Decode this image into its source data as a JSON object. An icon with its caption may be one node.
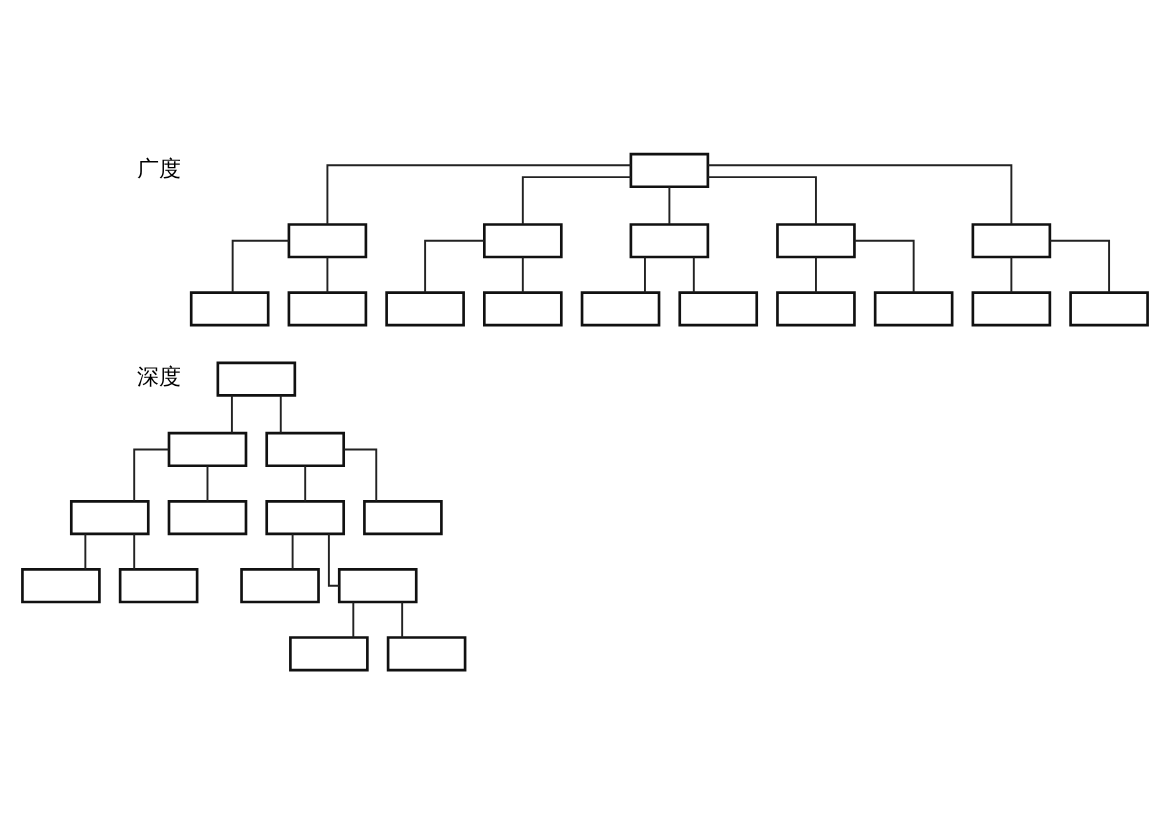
{
  "diagram": {
    "nodes": [
      {
        "text": [],
        "shape": "box"
      },
      {
        "text": [],
        "shape": "box"
      },
      {
        "text": [],
        "shape": "box"
      },
      {
        "text": [],
        "shape": "box"
      },
      {
        "text": [],
        "shape": "box"
      },
      {
        "text": [],
        "shape": "box"
      },
      {
        "text": [],
        "shape": "box"
      },
      {
        "text": [],
        "shape": "box"
      },
      {
        "text": [],
        "shape": "box"
      },
      {
        "text": [],
        "shape": "box"
      },
      {
        "text": [],
        "shape": "box"
      },
      {
        "text": [],
        "shape": "box"
      },
      {
        "text": [],
        "shape": "box"
      },
      {
        "text": [],
        "shape": "box"
      },
      {
        "text": [],
        "shape": "box"
      },
      {
        "text": [],
        "shape": "box"
      },
      {
        "text": [],
        "shape": "box"
      },
      {
        "text": [],
        "shape": "box"
      },
      {
        "text": [],
        "shape": "box"
      },
      {
        "text": [],
        "shape": "box"
      },
      {
        "text": [],
        "shape": "box"
      },
      {
        "text": [],
        "shape": "box"
      },
      {
        "text": [],
        "shape": "box"
      },
      {
        "text": [],
        "shape": "box"
      },
      {
        "text": [],
        "shape": "box"
      },
      {
        "text": [],
        "shape": "box"
      },
      {
        "text": [],
        "shape": "box"
      },
      {
        "text": [],
        "shape": "box"
      },
      {
        "text": [],
        "shape": "box"
      }
    ],
    "edges": [
      {
        "from": 0,
        "to": 1,
        "arrow": "none"
      },
      {
        "from": 0,
        "to": 2,
        "arrow": "none"
      },
      {
        "from": 0,
        "to": 3,
        "arrow": "none"
      },
      {
        "from": 0,
        "to": 4,
        "arrow": "none"
      },
      {
        "from": 0,
        "to": 5,
        "arrow": "none"
      },
      {
        "from": 1,
        "to": 6,
        "arrow": "none"
      },
      {
        "from": 1,
        "to": 7,
        "arrow": "none"
      },
      {
        "from": 2,
        "to": 8,
        "arrow": "none"
      },
      {
        "from": 2,
        "to": 9,
        "arrow": "none"
      },
      {
        "from": 3,
        "to": 10,
        "arrow": "none"
      },
      {
        "from": 3,
        "to": 11,
        "arrow": "none"
      },
      {
        "from": 4,
        "to": 12,
        "arrow": "none"
      },
      {
        "from": 4,
        "to": 13,
        "arrow": "none"
      },
      {
        "from": 5,
        "to": 14,
        "arrow": "none"
      },
      {
        "from": 5,
        "to": 15,
        "arrow": "none"
      },
      {
        "from": 16,
        "to": 17,
        "arrow": "none"
      },
      {
        "from": 16,
        "to": 18,
        "arrow": "none"
      },
      {
        "from": 17,
        "to": 19,
        "arrow": "none"
      },
      {
        "from": 17,
        "to": 20,
        "arrow": "none"
      },
      {
        "from": 18,
        "to": 21,
        "arrow": "none"
      },
      {
        "from": 18,
        "to": 22,
        "arrow": "none"
      },
      {
        "from": 19,
        "to": 23,
        "arrow": "none"
      },
      {
        "from": 19,
        "to": 24,
        "arrow": "none"
      },
      {
        "from": 21,
        "to": 25,
        "arrow": "none"
      },
      {
        "from": 21,
        "to": 26,
        "arrow": "none"
      },
      {
        "from": 26,
        "to": 27,
        "arrow": "none"
      },
      {
        "from": 26,
        "to": 28,
        "arrow": "none"
      }
    ],
    "labels": [
      "广度",
      "深度"
    ]
  }
}
